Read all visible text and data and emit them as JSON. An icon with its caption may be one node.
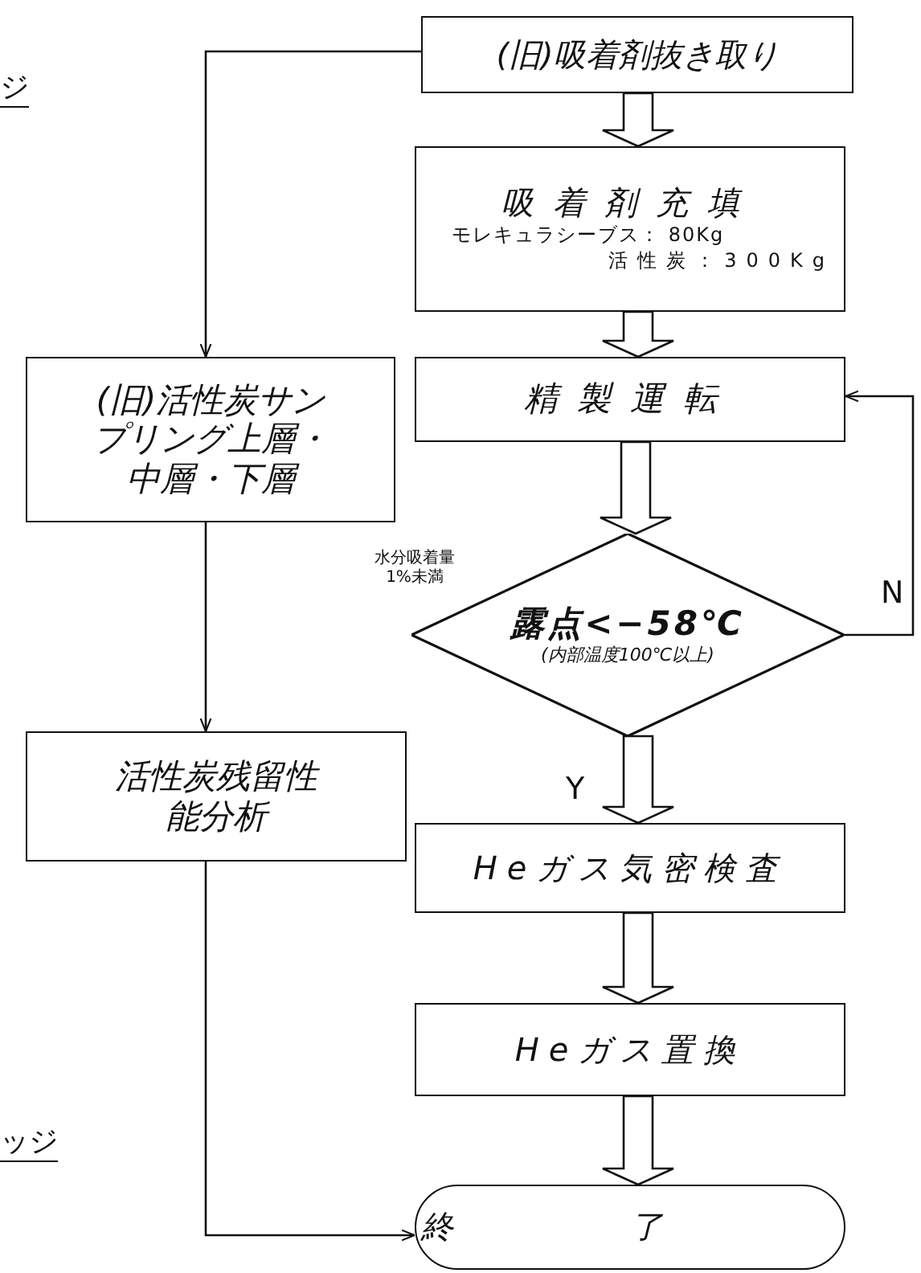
{
  "diagram": {
    "nodes": [
      {
        "text": [
          "(旧)吸着剤抜き取り"
        ]
      },
      {
        "text": [
          "吸着剤充填",
          "モレキュラシーブス： 80Kg",
          "活性炭：300Kg"
        ]
      },
      {
        "text": [
          "精製運転"
        ]
      },
      {
        "text": [
          "露点<−58℃",
          "(内部温度100℃以上)"
        ],
        "beside": [
          "水分吸着量1%未満"
        ]
      },
      {
        "text": [
          "(旧)活性炭サンプリング上層・中層・下層"
        ]
      },
      {
        "text": [
          "活性炭残留性能分析"
        ]
      },
      {
        "text": [
          "Heガス気密検査"
        ]
      },
      {
        "text": [
          "Heガス置換"
        ]
      },
      {
        "text": [
          "終了"
        ]
      }
    ],
    "edges": [
      {
        "from": 0,
        "to": 1,
        "arrow": "to"
      },
      {
        "from": 1,
        "to": 2,
        "arrow": "to"
      },
      {
        "from": 2,
        "to": 3,
        "arrow": "to"
      },
      {
        "from": 3,
        "to": 6,
        "arrow": "to",
        "label": "Y"
      },
      {
        "from": 6,
        "to": 7,
        "arrow": "to"
      },
      {
        "from": 7,
        "to": 8,
        "arrow": "to"
      },
      {
        "from": 3,
        "to": 2,
        "arrow": "to",
        "label": "N"
      },
      {
        "from": 0,
        "to": 4,
        "arrow": "to"
      },
      {
        "from": 4,
        "to": 5,
        "arrow": "to"
      },
      {
        "from": 5,
        "to": 8,
        "arrow": "to"
      }
    ],
    "labels": [
      "ジ",
      "ッジ"
    ]
  }
}
